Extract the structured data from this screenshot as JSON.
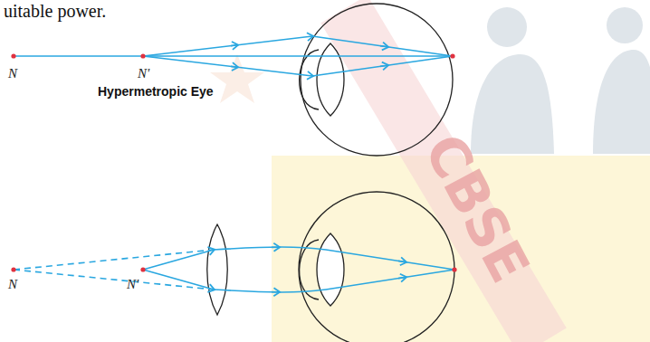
{
  "diagram": {
    "labels": [
      "uitable power.",
      "N",
      "N'",
      "Hypermetropic Eye",
      "N",
      "N'",
      "CBSE"
    ]
  }
}
